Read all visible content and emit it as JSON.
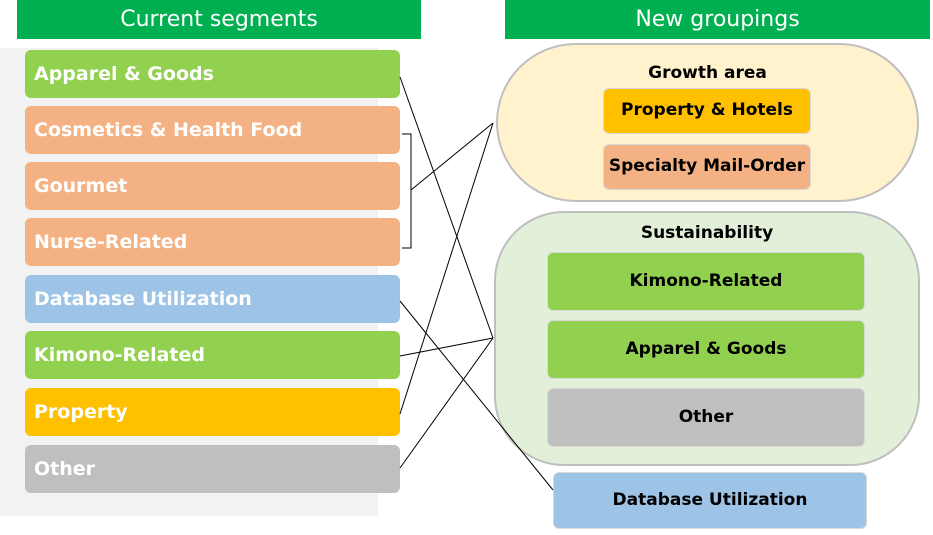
{
  "headers": {
    "current": "Current segments",
    "new": "New groupings"
  },
  "current_segments": [
    "Apparel & Goods",
    "Cosmetics & Health Food",
    "Gourmet",
    "Nurse-Related",
    "Database Utilization",
    "Kimono-Related",
    "Property",
    "Other"
  ],
  "growth": {
    "title": "Growth area",
    "items": [
      "Property & Hotels",
      "Specialty Mail-Order"
    ]
  },
  "sustainability": {
    "title": "Sustainability",
    "items": [
      "Kimono-Related",
      "Apparel & Goods",
      "Other"
    ]
  },
  "standalone": "Database Utilization",
  "colors": {
    "header": "#00b050",
    "green": "#92d050",
    "salmon": "#f4b183",
    "blue": "#9dc3e6",
    "yellow": "#ffc000",
    "gray": "#bfbfbf",
    "growth_bg": "#fff2cc",
    "sustain_bg": "#e2f0d9"
  }
}
